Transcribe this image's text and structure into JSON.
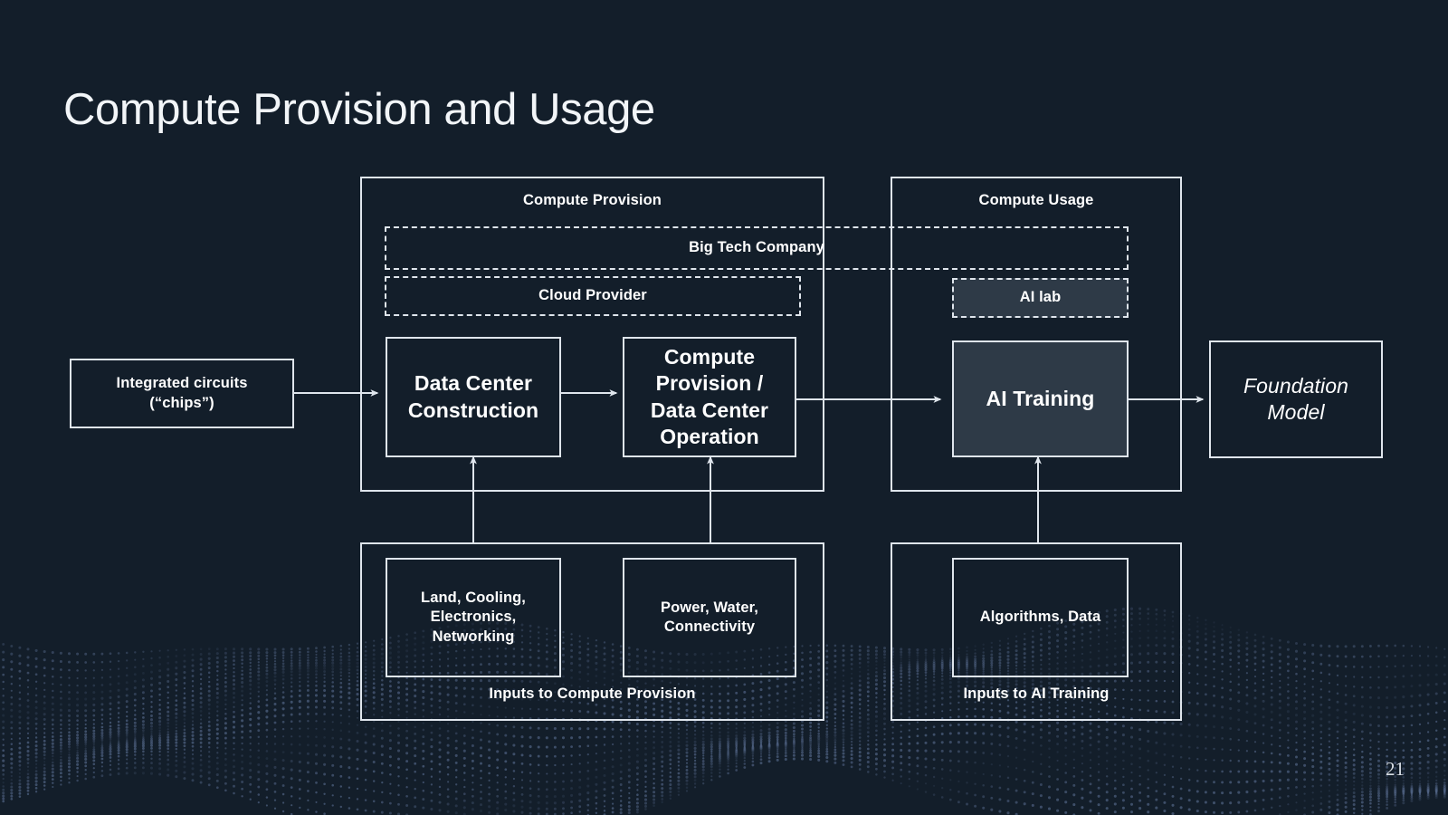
{
  "slide": {
    "title": "Compute Provision and Usage",
    "page_number": "21",
    "background_color": "#131e2a",
    "stroke_color": "#dfe5ec",
    "highlight_fill": "#2e3a47"
  },
  "containers": {
    "compute_provision": {
      "label": "Compute Provision"
    },
    "compute_usage": {
      "label": "Compute Usage"
    },
    "inputs_compute_provision": {
      "label": "Inputs to Compute Provision"
    },
    "inputs_ai_training": {
      "label": "Inputs to AI Training"
    }
  },
  "actors": {
    "big_tech": {
      "label": "Big Tech Company",
      "style": "dashed"
    },
    "cloud_provider": {
      "label": "Cloud Provider",
      "style": "dashed"
    },
    "ai_lab": {
      "label": "AI lab",
      "style": "dashed-filled"
    }
  },
  "nodes": {
    "chips": {
      "label": "Integrated circuits\n(“chips”)"
    },
    "dc_construction": {
      "label": "Data Center\nConstruction"
    },
    "cp_dc_operation": {
      "label": "Compute\nProvision /\nData Center\nOperation"
    },
    "ai_training": {
      "label": "AI Training"
    },
    "foundation_model": {
      "label": "Foundation\nModel"
    },
    "inputs_land": {
      "label": "Land, Cooling,\nElectronics,\nNetworking"
    },
    "inputs_power": {
      "label": "Power, Water,\nConnectivity"
    },
    "inputs_algorithms": {
      "label": "Algorithms, Data"
    }
  },
  "edges": [
    {
      "from": "chips",
      "to": "dc_construction",
      "direction": "right"
    },
    {
      "from": "dc_construction",
      "to": "cp_dc_operation",
      "direction": "right"
    },
    {
      "from": "cp_dc_operation",
      "to": "ai_training",
      "direction": "right"
    },
    {
      "from": "ai_training",
      "to": "foundation_model",
      "direction": "right"
    },
    {
      "from": "inputs_land",
      "to": "dc_construction",
      "direction": "up"
    },
    {
      "from": "inputs_power",
      "to": "cp_dc_operation",
      "direction": "up"
    },
    {
      "from": "inputs_algorithms",
      "to": "ai_training",
      "direction": "up"
    }
  ]
}
